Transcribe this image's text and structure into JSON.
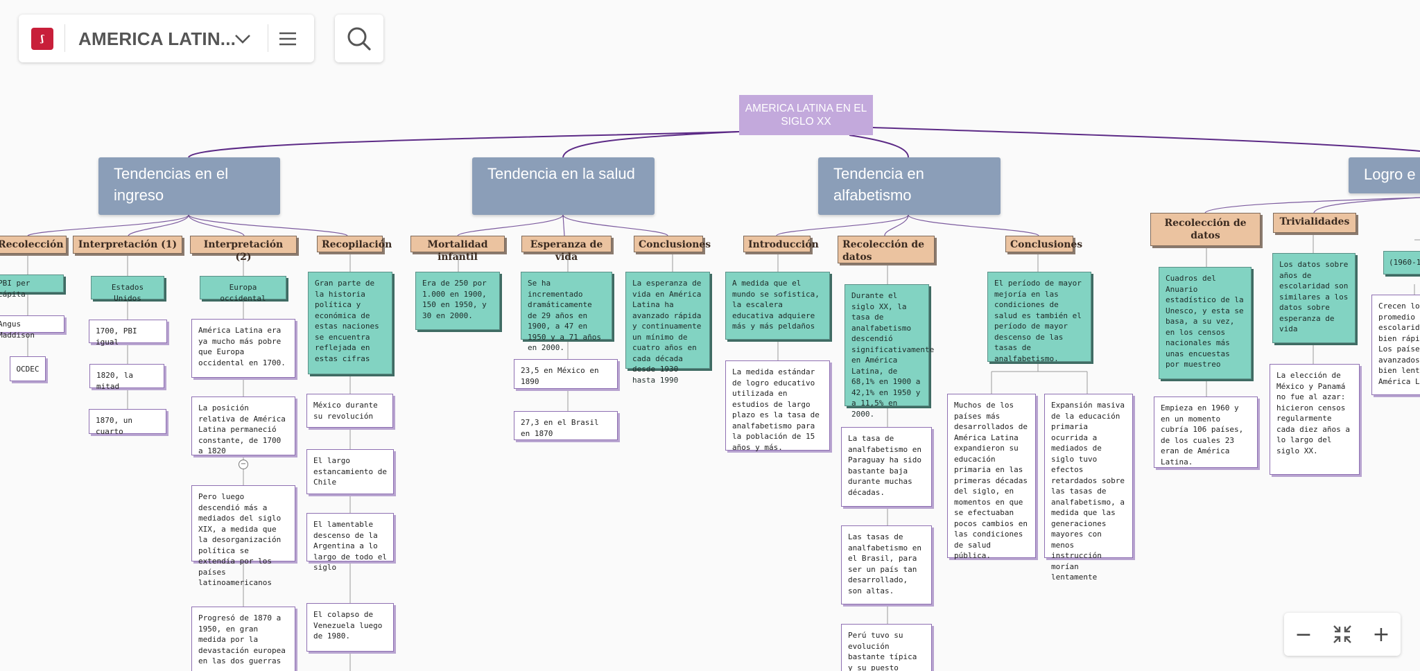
{
  "toolbar": {
    "logo_text": "ʃ",
    "map_title": "AMERICA LATIN...",
    "icons": {
      "dropdown": "chevron-down-icon",
      "menu": "hamburger-menu-icon",
      "search": "search-icon"
    }
  },
  "zoom_controls": {
    "zoom_out": "−",
    "fit": "fit-to-screen-icon",
    "zoom_in": "+"
  },
  "colors": {
    "root": "#c3a9dc",
    "topic": "#8b9eb8",
    "subtopic": "#ebc3a0",
    "teal_card": "#82d3c2",
    "edge": "#5c2a86",
    "brand": "#c81f3a"
  },
  "map": {
    "root": "AMERICA LATINA EN EL SIGLO XX",
    "topics": {
      "ingreso": {
        "title": "Tendencias en el ingreso",
        "recoleccion": {
          "title": "Recolección",
          "n1": "PBI per cápita",
          "n2": "Angus Maddison",
          "n3": "OCDEC"
        },
        "interp1": {
          "title": "Interpretación (1)",
          "n1": "Estados Unidos",
          "n2": "1700, PBI igual",
          "n3": "1820, la mitad",
          "n4": "1870, un cuarto"
        },
        "interp2": {
          "title": "Interpretación (2)",
          "n1": "Europa occidental",
          "n2": "América Latina era ya mucho más pobre que Europa occidental en 1700.",
          "n3": "La posición relativa de América Latina permaneció constante, de 1700 a 1820",
          "n4": "Pero luego descendió más a mediados del siglo XIX, a medida que la desorganización política se extendía por los países latinoamericanos",
          "n5": "Progresó de 1870 a 1950, en gran medida por la devastación europea en las dos guerras"
        },
        "recopilacion": {
          "title": "Recopilación",
          "n1": "Gran parte de la historia política y económica de estas naciones se encuentra reflejada en estas cifras",
          "n2": "México durante su revolución",
          "n3": "El largo estancamiento de Chile",
          "n4": "El lamentable descenso de la Argentina a lo largo de todo el siglo",
          "n5": "El colapso de Venezuela luego de 1980."
        }
      },
      "salud": {
        "title": "Tendencia en la salud",
        "mortalidad": {
          "title": "Mortalidad infantil",
          "n1": "Era de 250 por 1.000 en 1900, 150 en 1950, y 30 en 2000."
        },
        "esperanza": {
          "title": "Esperanza de vida",
          "n1": "Se ha incrementado dramáticamente de 29 años en 1900, a 47 en 1950 y a 71 años en 2000.",
          "n2": "23,5 en México en 1890",
          "n3": "27,3 en el Brasil en 1870"
        },
        "conclusiones": {
          "title": "Conclusiones",
          "n1": "La esperanza de vida en América Latina ha avanzado rápida y continuamente un mínimo de cuatro años en cada década desde 1930 hasta 1990"
        }
      },
      "alfabetismo": {
        "title": "Tendencia en alfabetismo",
        "introduccion": {
          "title": "Introducción",
          "n1": "A medida que el mundo se sofistica, la escalera educativa adquiere más y más peldaños",
          "n2": "La medida estándar de logro educativo utilizada en estudios de largo plazo es la tasa de analfabetismo para la población de 15 años y más."
        },
        "recoleccion": {
          "title": "Recolección de datos",
          "n1": "Durante el siglo XX, la tasa de analfabetismo descendió significativamente en América Latina, de 68,1% en 1900 a 42,1% en 1950 y a 11,5% en 2000.",
          "n2": "La tasa de analfabetismo en Paraguay ha sido bastante baja durante muchas décadas.",
          "n3": "Las tasas de analfabetismo en el Brasil, para ser un país tan desarrollado, son altas.",
          "n4": "Perú tuvo su evolución bastante típica y su puesto"
        },
        "conclusiones": {
          "title": "Conclusiones",
          "n1": "El período de mayor mejoría en las condiciones de salud es también el período de mayor descenso de las tasas de analfabetismo.",
          "n2": "Muchos de los países más desarrollados de América Latina expandieron su educación primaria en las primeras décadas del siglo, en momentos en que se efectuaban pocos cambios en las condiciones de salud pública.",
          "n3": "Expansión masiva de la educación primaria ocurrida a mediados de siglo tuvo efectos retardados sobre las tasas de analfabetismo, a medida que las generaciones mayores con menos instrucción morían lentamente"
        }
      },
      "logro": {
        "title": "Logro e",
        "recoleccion": {
          "title": "Recolección de datos",
          "n1": "Cuadros del Anuario estadístico de la Unesco, y esta se basa, a su vez, en los censos nacionales más unas encuestas por muestreo",
          "n2": "Empieza en 1960 y en un momento cubría 106 países, de los cuales 23 eran de América Latina."
        },
        "trivialidades": {
          "title": "Trivialidades",
          "n1": "Los datos sobre años de escolaridad son similares a los datos sobre esperanza de vida",
          "n2": "La elección de México y Panamá no fue al azar: hicieron censos regularmente cada diez años a lo largo del siglo XX."
        },
        "extra": {
          "n1": "(1960-1",
          "n2": "Crecen los promedio d escolarid bien rápid Los países avanzados bien lento América La"
        }
      }
    }
  }
}
